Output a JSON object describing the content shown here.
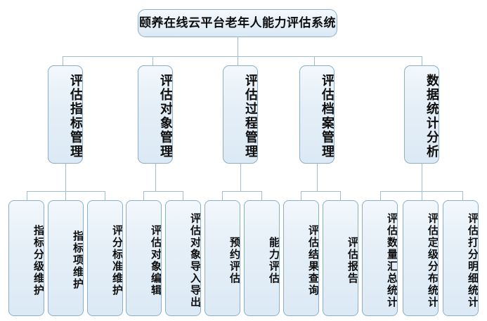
{
  "diagram": {
    "type": "organizational-hierarchy",
    "title": "颐养在线云平台老年人能力评估系统",
    "orientation": "top-down",
    "theme": {
      "box_fill": "#e4eef7",
      "box_border": "#8aafcb",
      "connector": "#9fbdd4",
      "text": "#0d0d0d",
      "background": "#ffffff"
    },
    "root": {
      "label": "颐养在线云平台老年人能力评估系统"
    },
    "branches": [
      {
        "label": "评估指标管理",
        "children": [
          {
            "label": "指标分级维护"
          },
          {
            "label": "指标项维护"
          },
          {
            "label": "评分标准维护"
          }
        ]
      },
      {
        "label": "评估对象管理",
        "children": [
          {
            "label": "评估对象编辑"
          },
          {
            "label": "评估对象导入导出"
          }
        ]
      },
      {
        "label": "评估过程管理",
        "children": [
          {
            "label": "预约评估"
          },
          {
            "label": "能力评估"
          }
        ]
      },
      {
        "label": "评估档案管理",
        "children": [
          {
            "label": "评估结果查询"
          },
          {
            "label": "评估报告"
          }
        ]
      },
      {
        "label": "数据统计分析",
        "children": [
          {
            "label": "评估数量汇总统计"
          },
          {
            "label": "评估定级分布统计"
          },
          {
            "label": "评估打分明细统计"
          }
        ]
      }
    ]
  }
}
